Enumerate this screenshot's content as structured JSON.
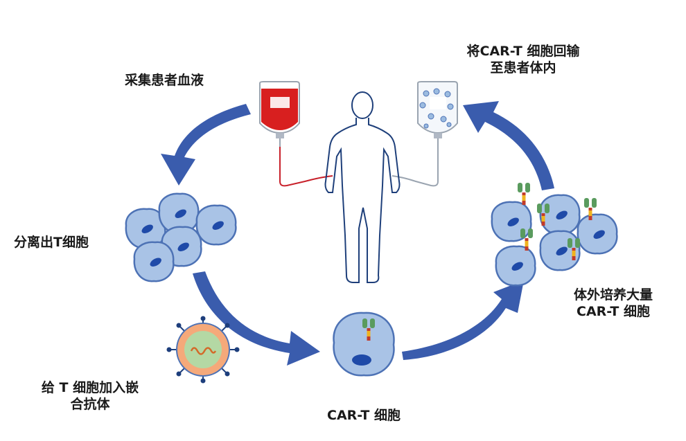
{
  "labels": {
    "collect_blood": "采集患者血液",
    "infuse_line1": "将CAR-T 细胞回输",
    "infuse_line2": "至患者体内",
    "isolate_t": "分离出T细胞",
    "expand_line1": "体外培养大量",
    "expand_line2": "CAR-T 细胞",
    "add_antibody_line1": "给 T 细胞加入嵌",
    "add_antibody_line2": "合抗体",
    "car_t_cell": "CAR-T 细胞"
  },
  "colors": {
    "arrow": "#3a5cad",
    "cell_fill": "#a9c3e6",
    "cell_stroke": "#4d72b5",
    "nucleus": "#1f4aa8",
    "blood": "#d81f1f",
    "receptor": "#5a9b5e",
    "virus_orange": "#f5a97a",
    "virus_green": "#b4d8a4",
    "virus_spike": "#1d3e7c",
    "body_outline": "#1e3f7a"
  }
}
